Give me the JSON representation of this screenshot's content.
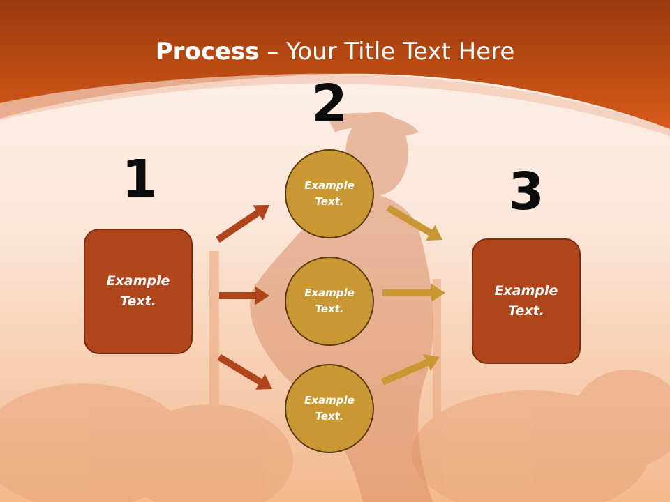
{
  "title": {
    "bold": "Process",
    "rest": " – Your Title Text Here"
  },
  "numbers": [
    "1",
    "2",
    "3"
  ],
  "left_box": {
    "label": "Example Text."
  },
  "right_box": {
    "label": "Example Text."
  },
  "circles": [
    {
      "label": "Example Text."
    },
    {
      "label": "Example Text."
    },
    {
      "label": "Example Text."
    }
  ],
  "colors": {
    "header": "#c9541a",
    "box_fill": "#b0441b",
    "circle_fill": "#c99833",
    "arrow_left": "#b0441b",
    "arrow_right": "#c99833"
  }
}
